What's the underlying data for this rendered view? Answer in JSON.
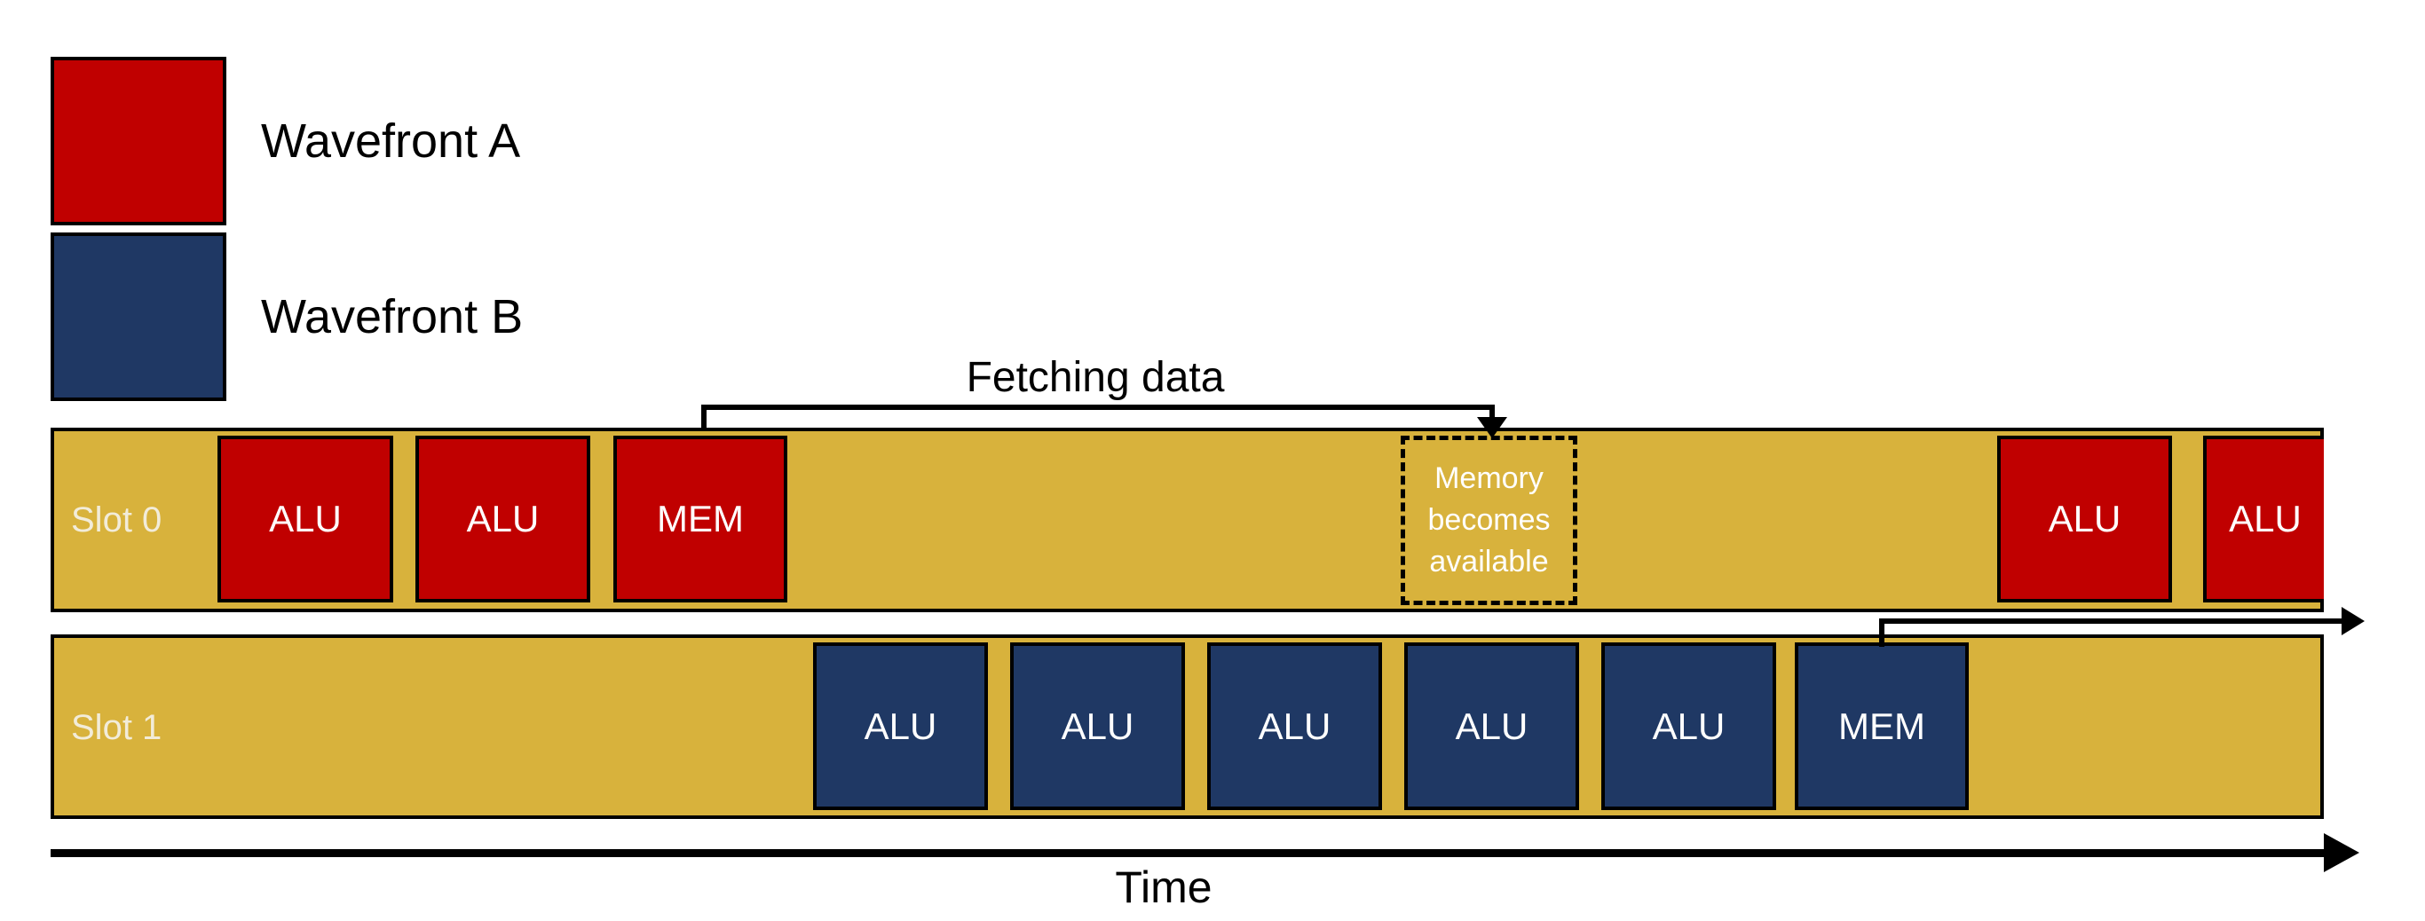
{
  "legend": {
    "items": [
      {
        "label": "Wavefront A",
        "swatch_color": "#C00000"
      },
      {
        "label": "Wavefront B",
        "swatch_color": "#1F3864"
      }
    ]
  },
  "slots": [
    {
      "label": "Slot 0",
      "wavefront": "Wavefront A",
      "ops": [
        "ALU",
        "ALU",
        "MEM",
        "ALU",
        "ALU"
      ]
    },
    {
      "label": "Slot 1",
      "wavefront": "Wavefront B",
      "ops": [
        "ALU",
        "ALU",
        "ALU",
        "ALU",
        "ALU",
        "MEM"
      ]
    }
  ],
  "annotations": {
    "fetching_label": "Fetching data",
    "memory_note": [
      "Memory",
      "becomes",
      "available"
    ],
    "time_label": "Time"
  },
  "colors": {
    "gold": "#D8B23C",
    "red": "#C00000",
    "navy": "#1F3864",
    "line": "#000000",
    "slot_label": "#F2ECD9",
    "box_label": "#FFFFFF"
  }
}
